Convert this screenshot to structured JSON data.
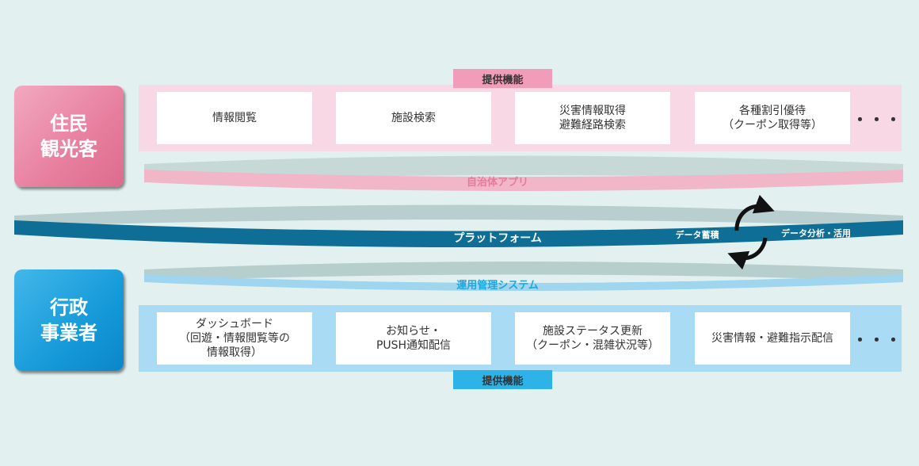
{
  "top_tag": "提供機能",
  "bottom_tag": "提供機能",
  "actors": {
    "resident": "住民\n観光客",
    "admin": "行政\n事業者"
  },
  "top_functions": [
    "情報閲覧",
    "施設検索",
    "災害情報取得\n避難経路検索",
    "各種割引優待\n（クーポン取得等）"
  ],
  "bottom_functions": [
    "ダッシュボード\n（回遊・情報閲覧等の\n情報取得）",
    "お知らせ・\nPUSH通知配信",
    "施設ステータス更新\n（クーポン・混雑状況等）",
    "災害情報・避難指示配信"
  ],
  "more": "・・・",
  "layers": {
    "app": "自治体アプリ",
    "platform": "プラットフォーム",
    "system": "運用管理システム"
  },
  "cycle": {
    "accumulate": "データ蓄積",
    "analyze": "データ分析・活用"
  },
  "colors": {
    "resident": "#e77e9e",
    "admin": "#169ad9",
    "app_label": "#e8799b",
    "system_label": "#1da6e0",
    "platform": "#0f6e95"
  }
}
